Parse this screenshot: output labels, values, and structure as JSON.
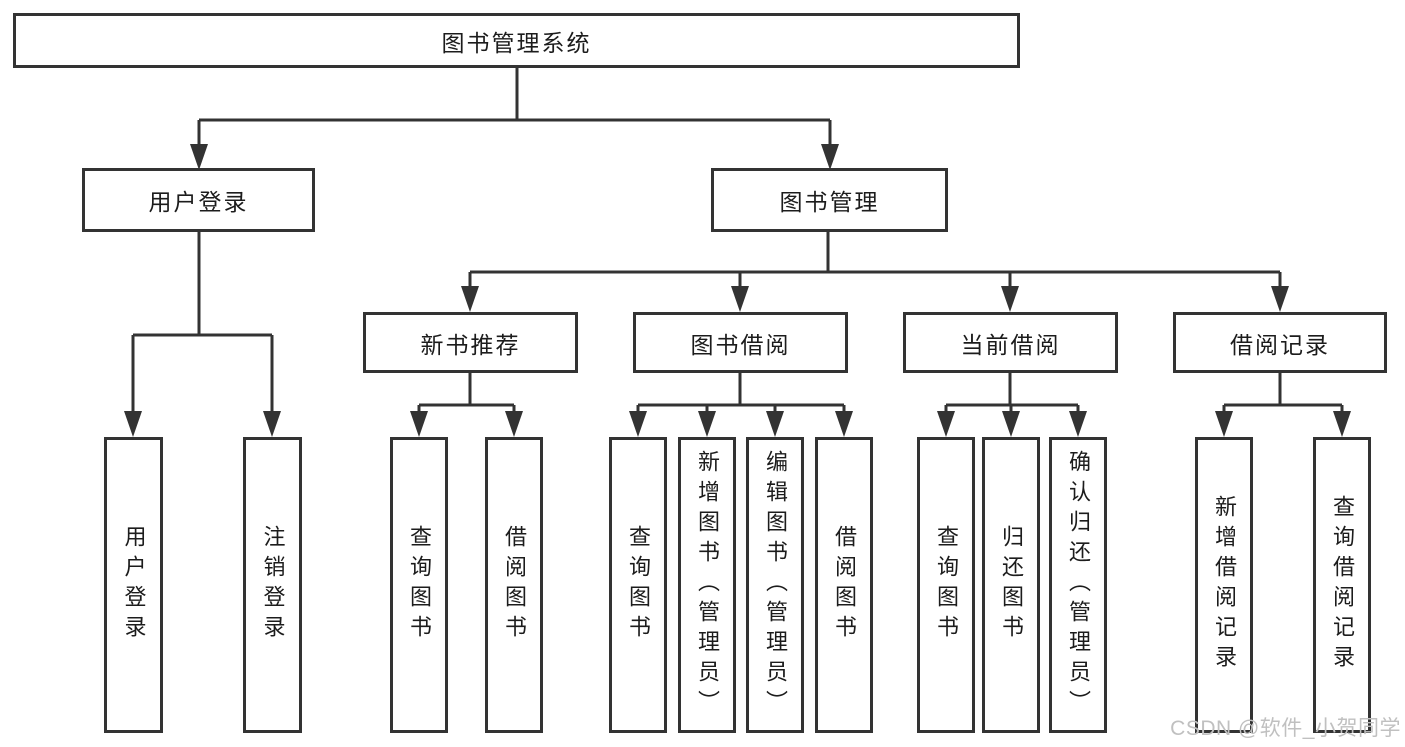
{
  "diagram": {
    "root": {
      "label": "图书管理系统"
    },
    "level1": [
      {
        "label": "用户登录"
      },
      {
        "label": "图书管理"
      }
    ],
    "level2": [
      {
        "label": "新书推荐"
      },
      {
        "label": "图书借阅"
      },
      {
        "label": "当前借阅"
      },
      {
        "label": "借阅记录"
      }
    ],
    "leaves": {
      "user_login": [
        "用户登录",
        "注销登录"
      ],
      "new_book_recommend": [
        "查询图书",
        "借阅图书"
      ],
      "book_borrow": [
        "查询图书",
        "新增图书（管理员）",
        "编辑图书（管理员）",
        "借阅图书"
      ],
      "current_borrow": [
        "查询图书",
        "归还图书",
        "确认归还（管理员）"
      ],
      "borrow_records": [
        "新增借阅记录",
        "查询借阅记录"
      ]
    },
    "colors": {
      "line": "#333333",
      "text": "#1c1c1c",
      "background": "#ffffff",
      "watermark": "#c0c0c0"
    },
    "watermark": {
      "text": "CSDN @软件_小贺同学"
    }
  }
}
